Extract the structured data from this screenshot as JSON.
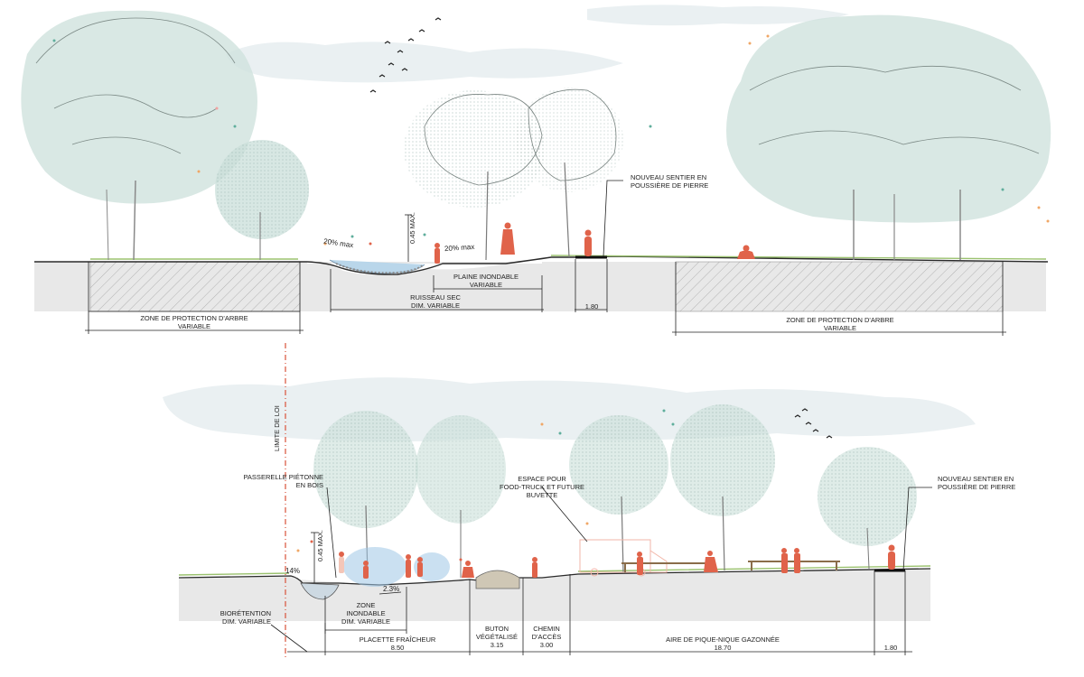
{
  "colors": {
    "tree_fill": "#c9dfd9",
    "tree_line": "#7c8a86",
    "person": "#e0634a",
    "cloud": "#e9eff1",
    "hatch": "#9a9a9a",
    "ground": "#e6e6e6",
    "grass": "#9bc26f",
    "water": "#9ec7e6",
    "dot_teal": "#5fae9c",
    "dot_orange": "#f0a766",
    "dot_pink": "#f2a2a0",
    "limit_line": "#d9523a"
  },
  "icons": [
    "tree-icon",
    "person-icon",
    "bird-icon",
    "bench-icon",
    "food-truck-icon"
  ],
  "section_top": {
    "annotations": {
      "max_depth": "0.45 MAX.",
      "slope_left": "20% max",
      "slope_right": "20% max",
      "new_path_line1": "NOUVEAU SENTIER EN",
      "new_path_line2": "POUSSIÈRE DE PIERRE"
    },
    "dimensions": {
      "floodplain_line1": "PLAINE INONDABLE",
      "floodplain_line2": "VARIABLE",
      "dry_creek_line1": "RUISSEAU SEC",
      "dry_creek_line2": "DIM. VARIABLE",
      "path_width": "1.80",
      "tree_zone_left_line1": "ZONE DE PROTECTION D'ARBRE",
      "tree_zone_left_line2": "VARIABLE",
      "tree_zone_right_line1": "ZONE DE PROTECTION D'ARBRE",
      "tree_zone_right_line2": "VARIABLE"
    }
  },
  "section_bottom": {
    "annotations": {
      "law_limit": "LIMITE DE LOI",
      "footbridge_line1": "PASSERELLE PIÉTONNE",
      "footbridge_line2": "EN BOIS",
      "max_depth": "0.45 MAX.",
      "slope_left": "14%",
      "slope_right": "2.3%",
      "food_truck_line1": "ESPACE POUR",
      "food_truck_line2": "FOOD-TRUCK ET FUTURE",
      "food_truck_line3": "BUVETTE",
      "new_path_line1": "NOUVEAU SENTIER EN",
      "new_path_line2": "POUSSIÈRE DE PIERRE"
    },
    "dimensions": {
      "bioretention_line1": "BIORÉTENTION",
      "bioretention_line2": "DIM. VARIABLE",
      "flood_zone_line1": "ZONE",
      "flood_zone_line2": "INONDABLE",
      "flood_zone_line3": "DIM. VARIABLE",
      "plaza_label": "PLACETTE FRAÎCHEUR",
      "plaza_width": "8.50",
      "berm_line1": "BUTON",
      "berm_line2": "VÉGÉTALISÉ",
      "berm_width": "3.15",
      "access_line1": "CHEMIN",
      "access_line2": "D'ACCÈS",
      "access_width": "3.00",
      "picnic_label": "AIRE DE PIQUE-NIQUE GAZONNÉE",
      "picnic_width": "18.70",
      "path_width": "1.80"
    }
  }
}
